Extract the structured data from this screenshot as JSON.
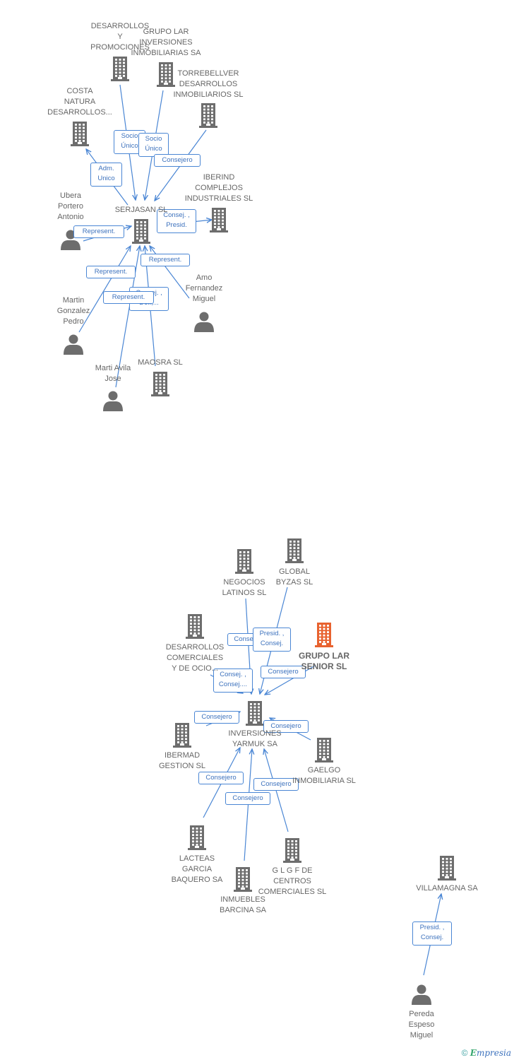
{
  "colors": {
    "edge": "#4a86d4",
    "company": "#6d6d6d",
    "focus": "#e8622f",
    "person": "#6d6d6d"
  },
  "nodes": [
    {
      "id": "desarrollos_promociones",
      "type": "company",
      "label": [
        "DESARROLLOS",
        "Y",
        "PROMOCIONES"
      ]
    },
    {
      "id": "grupo_lar_inversiones",
      "type": "company",
      "label": [
        "GRUPO LAR",
        "INVERSIONES",
        "INMOBILIARIAS SA"
      ]
    },
    {
      "id": "torrebellver",
      "type": "company",
      "label": [
        "TORREBELLVER",
        "DESARROLLOS",
        "INMOBILIARIOS SL"
      ]
    },
    {
      "id": "costa_natura",
      "type": "company",
      "label": [
        "COSTA",
        "NATURA",
        "DESARROLLOS..."
      ]
    },
    {
      "id": "iberind",
      "type": "company",
      "label": [
        "IBERIND",
        "COMPLEJOS",
        "INDUSTRIALES SL"
      ]
    },
    {
      "id": "ubera",
      "type": "person",
      "label": [
        "Ubera",
        "Portero",
        "Antonio"
      ]
    },
    {
      "id": "serjasan",
      "type": "company",
      "label": [
        "SERJASAN  SL"
      ]
    },
    {
      "id": "amo",
      "type": "person",
      "label": [
        "Amo",
        "Fernandez",
        "Miguel"
      ]
    },
    {
      "id": "martin",
      "type": "person",
      "label": [
        "Martin",
        "Gonzalez",
        "Pedro"
      ]
    },
    {
      "id": "maosra",
      "type": "company",
      "label": [
        "MAOSRA  SL"
      ]
    },
    {
      "id": "marti",
      "type": "person",
      "label": [
        "Marti Avila",
        "Jose"
      ]
    },
    {
      "id": "negocios_latinos",
      "type": "company",
      "label": [
        "NEGOCIOS",
        "LATINOS SL"
      ]
    },
    {
      "id": "global_byzas",
      "type": "company",
      "label": [
        "GLOBAL",
        "BYZAS SL"
      ]
    },
    {
      "id": "desarrollos_comerciales",
      "type": "company",
      "label": [
        "DESARROLLOS",
        "COMERCIALES",
        "Y DE OCIO..."
      ]
    },
    {
      "id": "grupo_lar_senior",
      "type": "focus",
      "label": [
        "GRUPO LAR",
        "SENIOR SL"
      ]
    },
    {
      "id": "inversiones_yarmuk",
      "type": "company",
      "label": [
        "INVERSIONES",
        "YARMUK SA"
      ]
    },
    {
      "id": "ibermad",
      "type": "company",
      "label": [
        "IBERMAD",
        "GESTION SL"
      ]
    },
    {
      "id": "gaelgo",
      "type": "company",
      "label": [
        "GAELGO",
        "INMOBILIARIA SL"
      ]
    },
    {
      "id": "lacteas",
      "type": "company",
      "label": [
        "LACTEAS",
        "GARCIA",
        "BAQUERO SA"
      ]
    },
    {
      "id": "glgf",
      "type": "company",
      "label": [
        "G L G F DE",
        "CENTROS",
        "COMERCIALES SL"
      ]
    },
    {
      "id": "inmuebles_barcina",
      "type": "company",
      "label": [
        "INMUEBLES",
        "BARCINA SA"
      ]
    },
    {
      "id": "villamagna",
      "type": "company",
      "label": [
        "VILLAMAGNA SA"
      ]
    },
    {
      "id": "pereda",
      "type": "person",
      "label": [
        "Pereda",
        "Espeso",
        "Miguel"
      ]
    }
  ],
  "edges": [
    {
      "from": "desarrollos_promociones",
      "to": "serjasan",
      "label": [
        "Socio",
        "Único"
      ]
    },
    {
      "from": "grupo_lar_inversiones",
      "to": "serjasan",
      "label": [
        "Socio",
        "Único"
      ]
    },
    {
      "from": "torrebellver",
      "to": "serjasan",
      "label": [
        "Consejero"
      ]
    },
    {
      "from": "serjasan",
      "to": "costa_natura",
      "label": [
        "Adm.",
        "Unico"
      ]
    },
    {
      "from": "serjasan",
      "to": "iberind",
      "label": [
        "Consej. ,",
        "Presid."
      ]
    },
    {
      "from": "ubera",
      "to": "serjasan",
      "label": [
        "Represent."
      ]
    },
    {
      "from": "amo",
      "to": "serjasan",
      "label": [
        "Represent."
      ]
    },
    {
      "from": "martin",
      "to": "serjasan",
      "label": [
        "Represent."
      ]
    },
    {
      "from": "maosra",
      "to": "serjasan",
      "label": [
        "Consej. ,",
        "Del.,..."
      ]
    },
    {
      "from": "marti",
      "to": "serjasan",
      "label": [
        "Represent."
      ]
    },
    {
      "from": "negocios_latinos",
      "to": "inversiones_yarmuk",
      "label": [
        "Consejero"
      ]
    },
    {
      "from": "global_byzas",
      "to": "inversiones_yarmuk",
      "label": [
        "Presid. ,",
        "Consej."
      ]
    },
    {
      "from": "desarrollos_comerciales",
      "to": "inversiones_yarmuk",
      "label": [
        "Consej. ,",
        "Consej...."
      ]
    },
    {
      "from": "grupo_lar_senior",
      "to": "inversiones_yarmuk",
      "label": [
        "Consejero"
      ]
    },
    {
      "from": "ibermad",
      "to": "inversiones_yarmuk",
      "label": [
        "Consejero"
      ]
    },
    {
      "from": "gaelgo",
      "to": "inversiones_yarmuk",
      "label": [
        "Consejero"
      ]
    },
    {
      "from": "lacteas",
      "to": "inversiones_yarmuk",
      "label": [
        "Consejero"
      ]
    },
    {
      "from": "inmuebles_barcina",
      "to": "inversiones_yarmuk",
      "label": [
        "Consejero"
      ]
    },
    {
      "from": "glgf",
      "to": "inversiones_yarmuk",
      "label": [
        "Consejero"
      ]
    },
    {
      "from": "pereda",
      "to": "villamagna",
      "label": [
        "Presid. ,",
        "Consej."
      ]
    }
  ],
  "footer": {
    "copyright": "©",
    "brand_initial": "E",
    "brand_rest": "mpresia"
  }
}
